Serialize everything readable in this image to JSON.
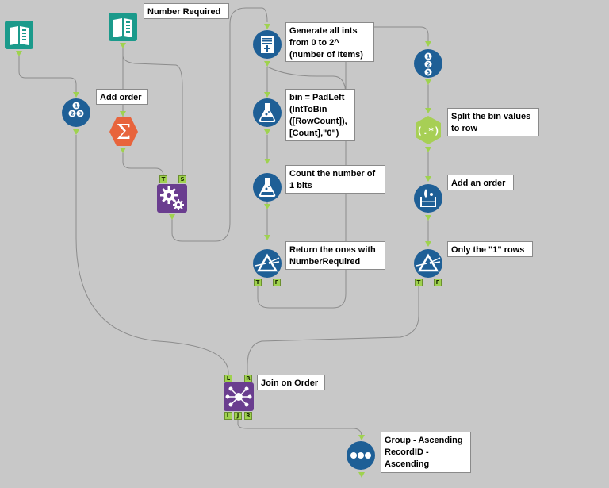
{
  "colors": {
    "canvas": "#c8c8c8",
    "connection": "#8c8c8c",
    "anchor": "#9fd24f",
    "blue_tool": "#1e5f96",
    "input_teal": "#1b9a8b",
    "summarize_orange": "#e8643c",
    "macro_purple": "#6a3d8f",
    "regex_green": "#a7cf55",
    "annotation_bg": "#ffffff"
  },
  "annotations": {
    "number_required": "Number Required",
    "generate_ints": "Generate all ints from 0 to 2^ (number of Items)",
    "add_order": "Add order",
    "bin_padleft": "bin = PadLeft (IntToBin ([RowCount]), [Count],\"0\")",
    "split_bin": "Split the bin values to row",
    "count_bits": "Count the number of 1 bits",
    "add_an_order": "Add an order",
    "return_ones": "Return the ones with NumberRequired",
    "only_one_rows": "Only the \"1\" rows",
    "join_on_order": "Join on Order",
    "sort": "Group - Ascending RecordID - Ascending"
  },
  "anchor_labels": {
    "true": "T",
    "false": "F",
    "source": "S",
    "left": "L",
    "right": "R",
    "join": "J"
  },
  "tools": [
    {
      "id": "input1",
      "icon": "input-book-icon",
      "label": "Input 1"
    },
    {
      "id": "input2",
      "icon": "input-book-icon",
      "label": "Input 2"
    },
    {
      "id": "recordid1",
      "icon": "record-id-icon",
      "label": "Record ID"
    },
    {
      "id": "summarize",
      "icon": "summarize-sigma-icon",
      "label": "Summarize"
    },
    {
      "id": "macro",
      "icon": "batch-macro-gear-icon",
      "label": "Macro"
    },
    {
      "id": "generate",
      "icon": "generate-rows-icon",
      "label": "Generate Rows"
    },
    {
      "id": "formula1",
      "icon": "formula-flask-icon",
      "label": "Formula"
    },
    {
      "id": "formula2",
      "icon": "formula-flask-icon",
      "label": "Formula"
    },
    {
      "id": "filter1",
      "icon": "filter-prism-icon",
      "label": "Filter"
    },
    {
      "id": "recordid2",
      "icon": "record-id-icon",
      "label": "Record ID"
    },
    {
      "id": "regex",
      "icon": "regex-icon",
      "label": "RegEx"
    },
    {
      "id": "multirow",
      "icon": "multi-row-formula-icon",
      "label": "Multi-Row Formula"
    },
    {
      "id": "filter2",
      "icon": "filter-prism-icon",
      "label": "Filter"
    },
    {
      "id": "join",
      "icon": "join-icon",
      "label": "Join"
    },
    {
      "id": "sort",
      "icon": "sort-dots-icon",
      "label": "Sort"
    }
  ]
}
